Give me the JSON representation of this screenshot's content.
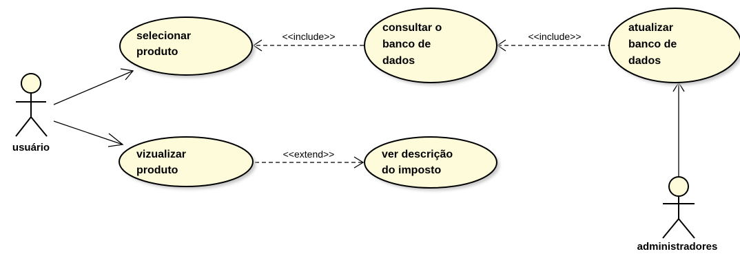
{
  "diagram": {
    "actors": {
      "user": "usuário",
      "admin": "administradores"
    },
    "use_cases": {
      "select": [
        "selecionar",
        "produto"
      ],
      "query": [
        "consultar o",
        "banco de",
        "dados"
      ],
      "update": [
        "atualizar",
        "banco de",
        "dados"
      ],
      "view": [
        "vizualizar",
        "produto"
      ],
      "tax": [
        "ver descrição",
        "do imposto"
      ]
    },
    "relations": {
      "include_1": "<<include>>",
      "include_2": "<<include>>",
      "extend_1": "<<extend>>"
    },
    "colors": {
      "use_case_fill": "#fdfbd9",
      "actor_head_fill": "#fdfbd9",
      "stroke": "#000000",
      "shadow": "#c8c8c8"
    }
  }
}
